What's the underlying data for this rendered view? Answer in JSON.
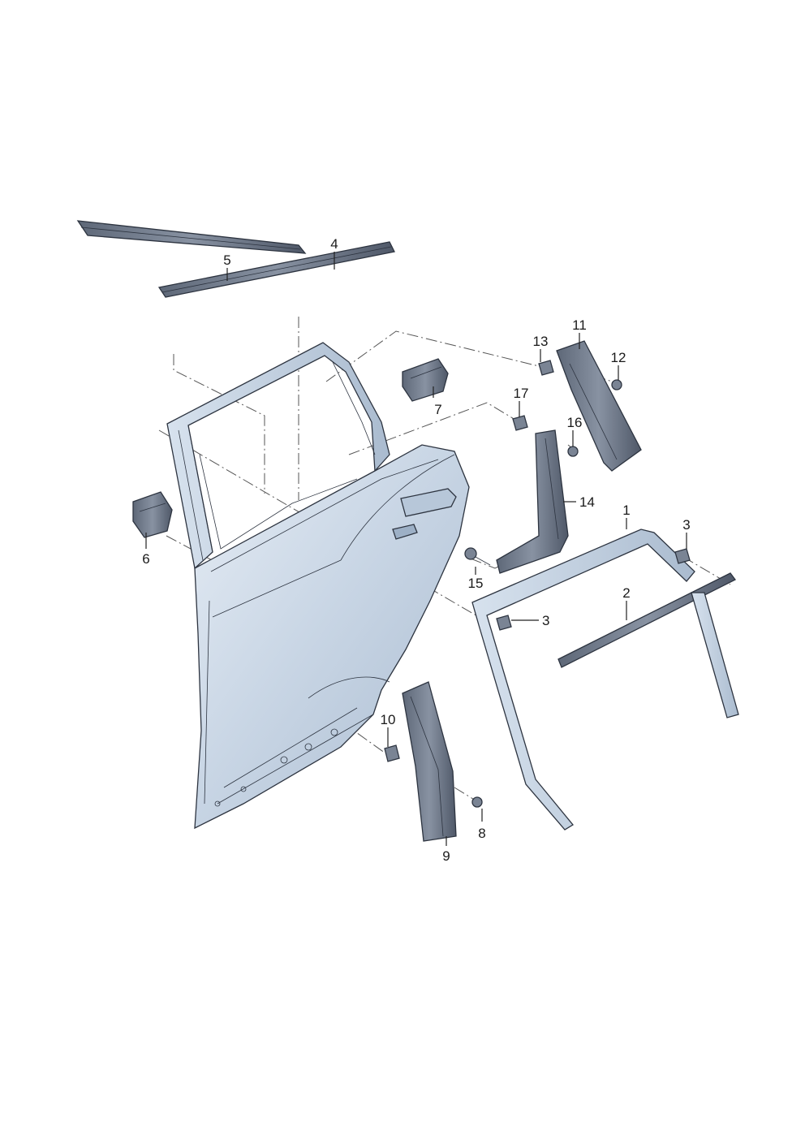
{
  "diagram": {
    "callouts": [
      "1",
      "2",
      "3",
      "3",
      "4",
      "5",
      "6",
      "7",
      "8",
      "9",
      "10",
      "11",
      "12",
      "13",
      "14",
      "15",
      "16",
      "17"
    ]
  },
  "colors": {
    "panel_fill": "#c3d2e2",
    "panel_light": "#dde7f1",
    "trim_dark": "#6b7585",
    "outline": "#2d3440",
    "label": "#1a1a1a"
  }
}
